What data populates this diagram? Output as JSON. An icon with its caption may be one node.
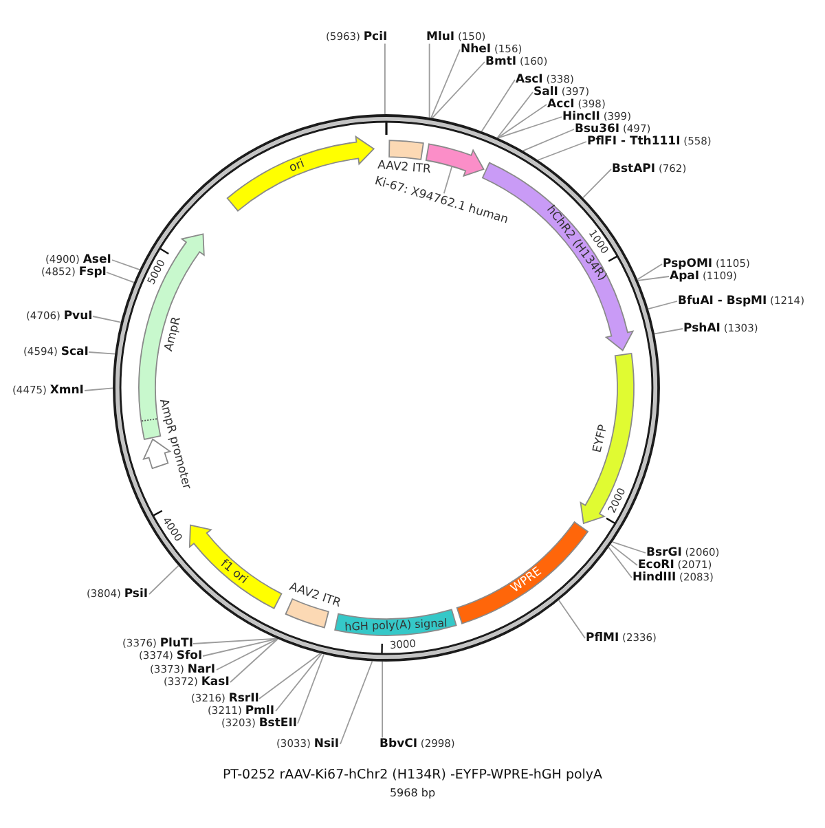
{
  "diagram": {
    "title": "PT-0252 rAAV-Ki67-hChr2 (H134R) -EYFP-WPRE-hGH polyA",
    "nodes": [
      {
        "text": [],
        "shape": "circle"
      },
      {
        "text": [
          "AAV2 ITR"
        ],
        "in": 0
      },
      {
        "text": [],
        "shape": "arrow",
        "in": 0
      },
      {
        "text": [
          "Ki-67: X94762.1 human"
        ],
        "in": 0
      },
      {
        "text": [
          "hChR2 (H134R)"
        ],
        "in": 0
      },
      {
        "text": [
          "EYFP"
        ],
        "in": 0
      },
      {
        "text": [
          "WPRE"
        ],
        "in": 0
      },
      {
        "text": [
          "hGH poly(A) signal"
        ],
        "in": 0
      },
      {
        "text": [
          "AAV2 ITR"
        ],
        "in": 0
      },
      {
        "text": [
          "f1 ori"
        ],
        "in": 0
      },
      {
        "text": [
          "AmpR promoter"
        ],
        "in": 0
      },
      {
        "text": [
          "AmpR"
        ],
        "in": 0
      },
      {
        "text": [
          "ori"
        ],
        "in": 0
      },
      {
        "text": [
          "(5963) **PciI**"
        ]
      },
      {
        "text": [
          "**MluI** (150)"
        ]
      },
      {
        "text": [
          "**NheI** (156)"
        ]
      },
      {
        "text": [
          "**BmtI** (160)"
        ]
      },
      {
        "text": [
          "**AscI** (338)"
        ]
      },
      {
        "text": [
          "**SalI** (397)"
        ]
      },
      {
        "text": [
          "**AccI** (398)"
        ]
      },
      {
        "text": [
          "**HincII** (399)"
        ]
      },
      {
        "text": [
          "**Bsu36I** (497)"
        ]
      },
      {
        "text": [
          "**PflFI - Tth111I** (558)"
        ]
      },
      {
        "text": [
          "**BstAPI** (762)"
        ]
      },
      {
        "text": [
          "**PspOMI** (1105)"
        ]
      },
      {
        "text": [
          "**ApaI** (1109)"
        ]
      },
      {
        "text": [
          "**BfuAI - BspMI** (1214)"
        ]
      },
      {
        "text": [
          "**PshAI** (1303)"
        ]
      },
      {
        "text": [
          "**BsrGI** (2060)"
        ]
      },
      {
        "text": [
          "**EcoRI** (2071)"
        ]
      },
      {
        "text": [
          "**HindIII** (2083)"
        ]
      },
      {
        "text": [
          "**PflMI** (2336)"
        ]
      },
      {
        "text": [
          "**BbvCI** (2998)"
        ]
      },
      {
        "text": [
          "(3033) **NsiI**"
        ]
      },
      {
        "text": [
          "(3203) **BstEII**"
        ]
      },
      {
        "text": [
          "(3211) **PmlI**"
        ]
      },
      {
        "text": [
          "(3216) **RsrII**"
        ]
      },
      {
        "text": [
          "(3372) **KasI**"
        ]
      },
      {
        "text": [
          "(3373) **NarI**"
        ]
      },
      {
        "text": [
          "(3374) **SfoI**"
        ]
      },
      {
        "text": [
          "(3376) **PluTI**"
        ]
      },
      {
        "text": [
          "(3804) **PsiI**"
        ]
      },
      {
        "text": [
          "(4475) **XmnI**"
        ]
      },
      {
        "text": [
          "(4594) **ScaI**"
        ]
      },
      {
        "text": [
          "(4706) **PvuI**"
        ]
      },
      {
        "text": [
          "(4852) **FspI**"
        ]
      },
      {
        "text": [
          "(4900) **AseI**"
        ]
      }
    ],
    "edges": [
      {
        "from": 3,
        "to": 2,
        "arrow": "none"
      },
      {
        "from": 13,
        "to": 0,
        "arrow": "none"
      },
      {
        "from": 14,
        "to": 0,
        "arrow": "none"
      },
      {
        "from": 15,
        "to": 0,
        "arrow": "none"
      },
      {
        "from": 16,
        "to": 0,
        "arrow": "none"
      },
      {
        "from": 17,
        "to": 0,
        "arrow": "none"
      },
      {
        "from": 18,
        "to": 0,
        "arrow": "none"
      },
      {
        "from": 19,
        "to": 0,
        "arrow": "none"
      },
      {
        "from": 20,
        "to": 0,
        "arrow": "none"
      },
      {
        "from": 21,
        "to": 0,
        "arrow": "none"
      },
      {
        "from": 22,
        "to": 0,
        "arrow": "none"
      },
      {
        "from": 23,
        "to": 0,
        "arrow": "none"
      },
      {
        "from": 24,
        "to": 0,
        "arrow": "none"
      },
      {
        "from": 25,
        "to": 0,
        "arrow": "none"
      },
      {
        "from": 26,
        "to": 0,
        "arrow": "none"
      },
      {
        "from": 27,
        "to": 0,
        "arrow": "none"
      },
      {
        "from": 28,
        "to": 0,
        "arrow": "none"
      },
      {
        "from": 29,
        "to": 0,
        "arrow": "none"
      },
      {
        "from": 30,
        "to": 0,
        "arrow": "none"
      },
      {
        "from": 31,
        "to": 0,
        "arrow": "none"
      },
      {
        "from": 32,
        "to": 0,
        "arrow": "none"
      },
      {
        "from": 33,
        "to": 0,
        "arrow": "none"
      },
      {
        "from": 34,
        "to": 0,
        "arrow": "none"
      },
      {
        "from": 35,
        "to": 0,
        "arrow": "none"
      },
      {
        "from": 36,
        "to": 0,
        "arrow": "none"
      },
      {
        "from": 37,
        "to": 0,
        "arrow": "none"
      },
      {
        "from": 38,
        "to": 0,
        "arrow": "none"
      },
      {
        "from": 39,
        "to": 0,
        "arrow": "none"
      },
      {
        "from": 40,
        "to": 0,
        "arrow": "none"
      },
      {
        "from": 41,
        "to": 0,
        "arrow": "none"
      },
      {
        "from": 42,
        "to": 0,
        "arrow": "none"
      },
      {
        "from": 43,
        "to": 0,
        "arrow": "none"
      },
      {
        "from": 44,
        "to": 0,
        "arrow": "none"
      },
      {
        "from": 45,
        "to": 0,
        "arrow": "none"
      },
      {
        "from": 46,
        "to": 0,
        "arrow": "none"
      }
    ],
    "labels": [
      "1000",
      "2000",
      "3000",
      "4000",
      "5000",
      "5968 bp"
    ]
  }
}
